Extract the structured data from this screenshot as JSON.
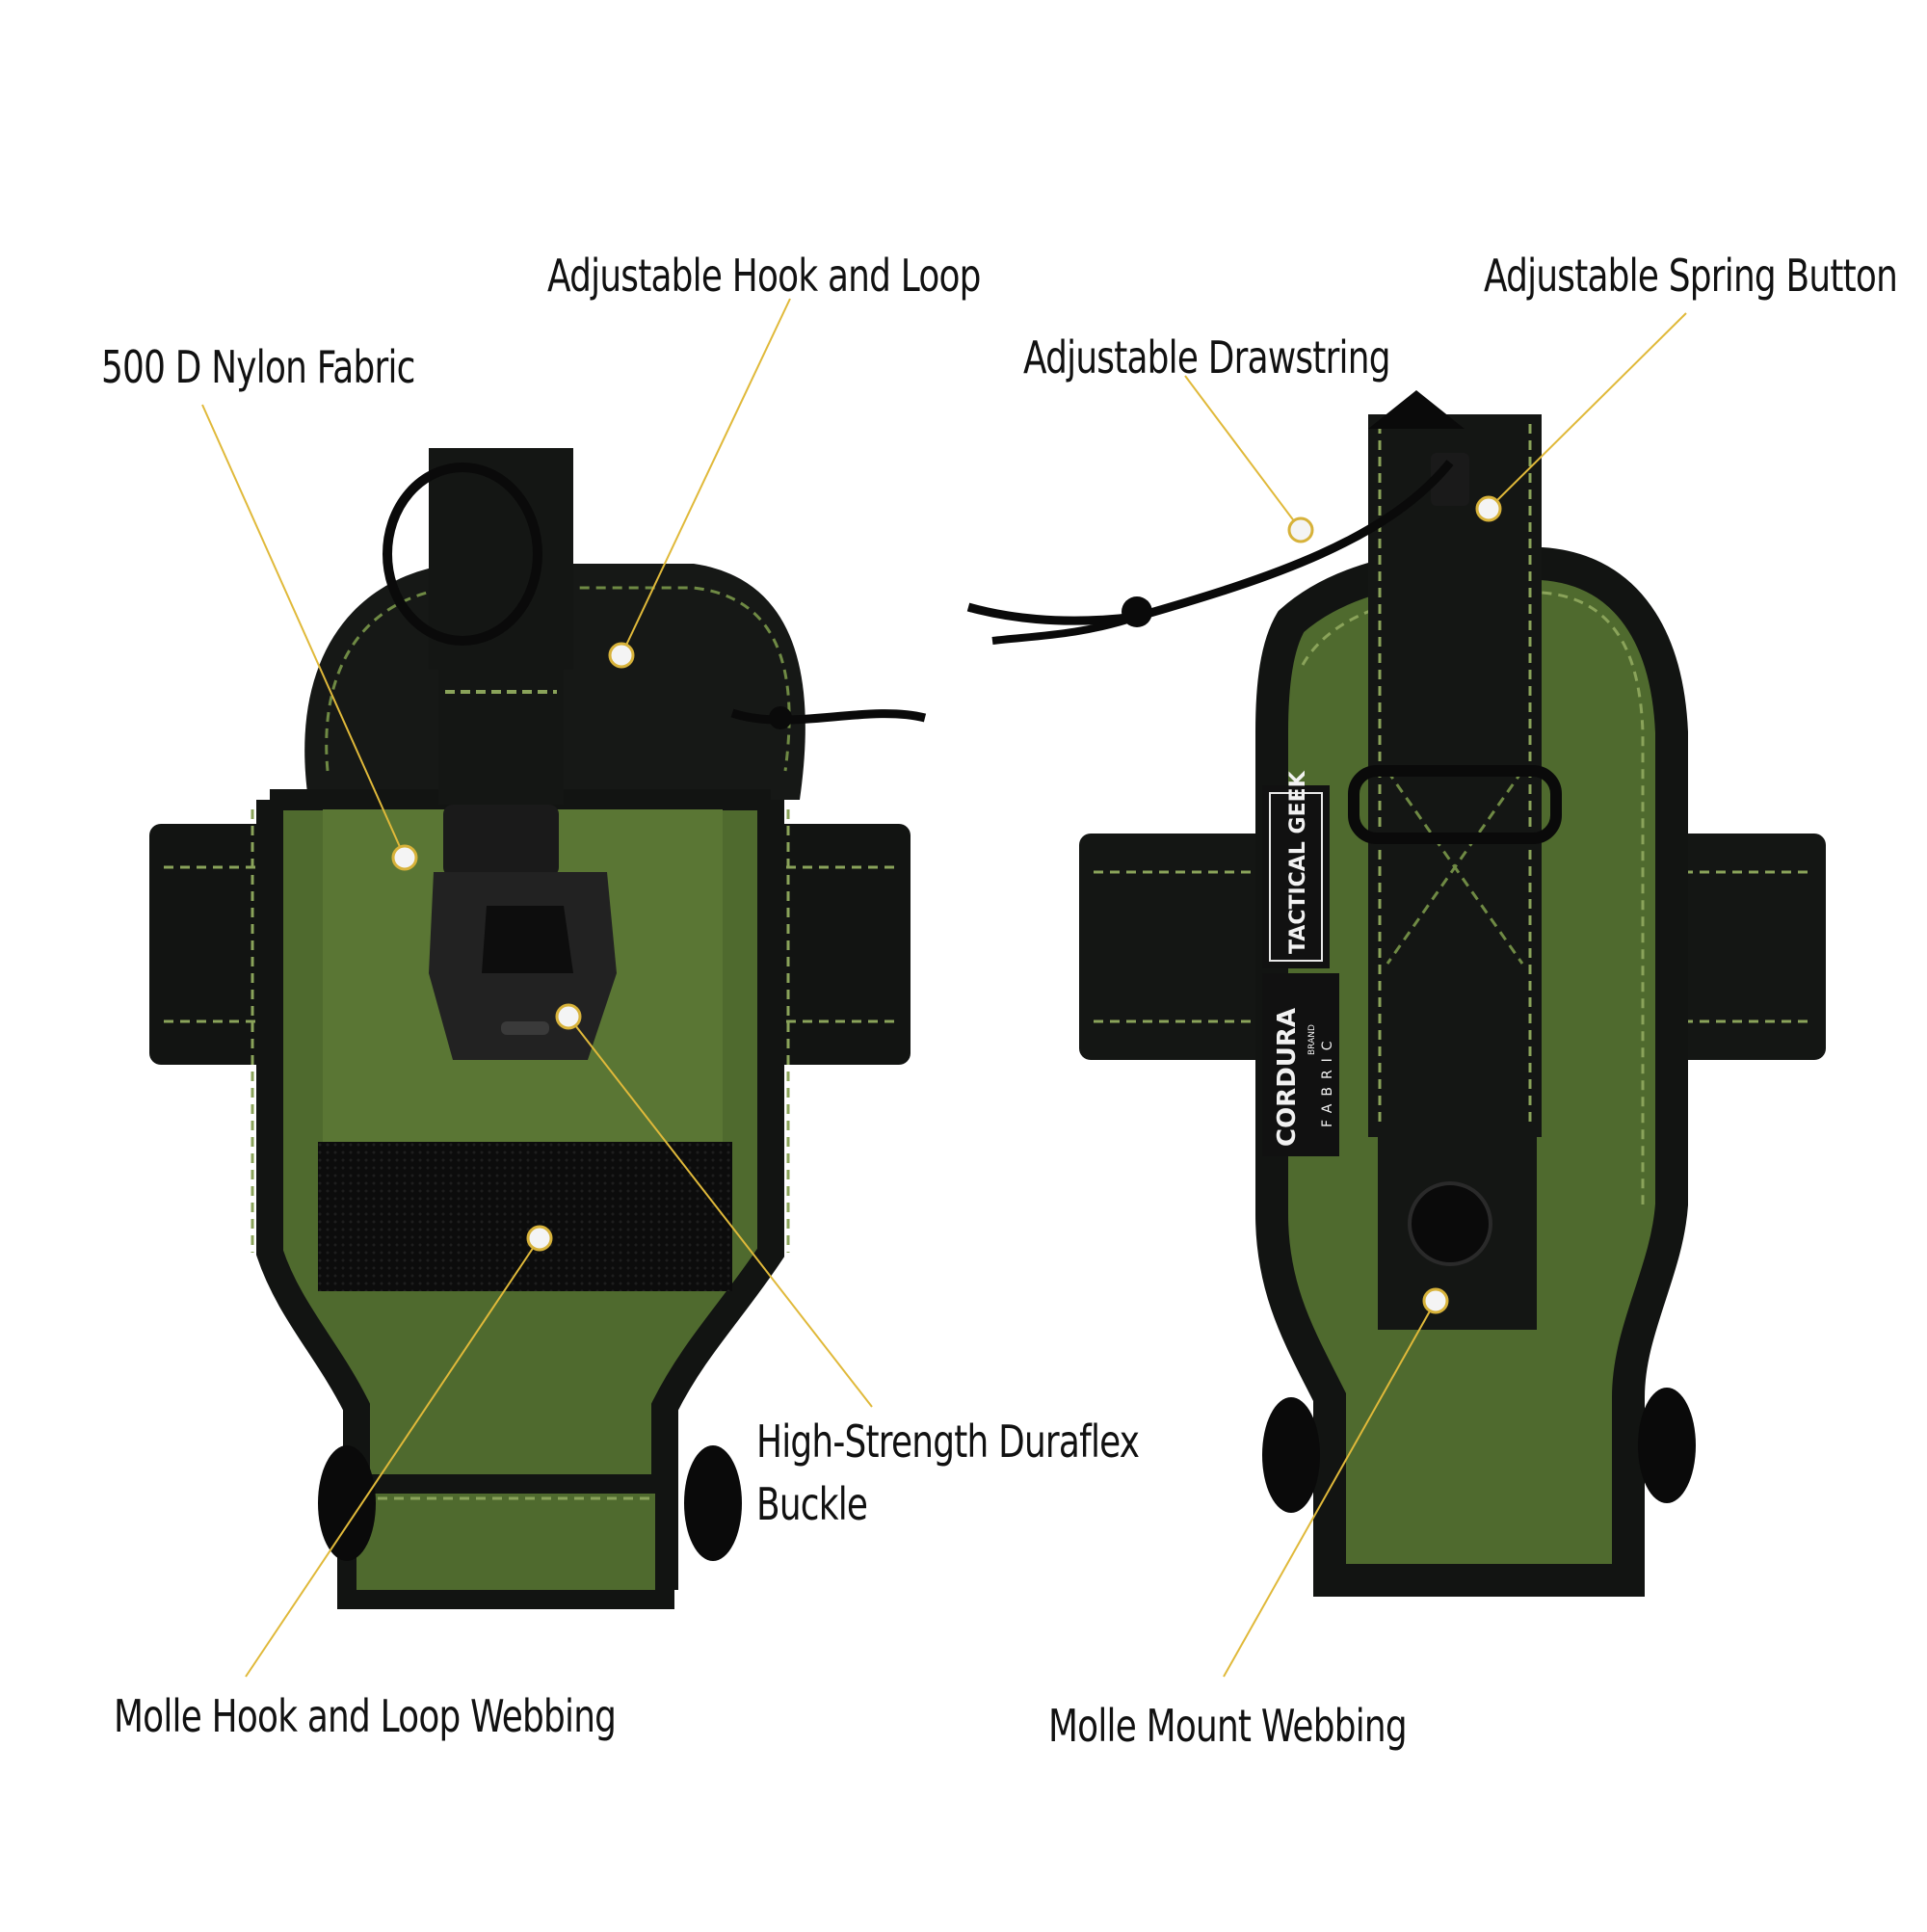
{
  "callouts": {
    "nylon": "500 D Nylon Fabric",
    "hook_loop": "Adjustable Hook and Loop",
    "drawstring": "Adjustable Drawstring",
    "spring_button": "Adjustable Spring Button",
    "buckle_line1": "High-Strength Duraflex",
    "buckle_line2": "Buckle",
    "molle_hook": "Molle Hook and Loop Webbing",
    "molle_mount": "Molle Mount Webbing"
  },
  "tags": {
    "brand": "TACTICAL GEEK",
    "cordura": "CORDURA",
    "cordura_sub": "BRAND",
    "fabric": "FABRIC"
  },
  "colors": {
    "olive": "#4f6a2e",
    "webbing": "#141614",
    "stitch": "#8aa35a",
    "leader": "#e0b93a"
  }
}
